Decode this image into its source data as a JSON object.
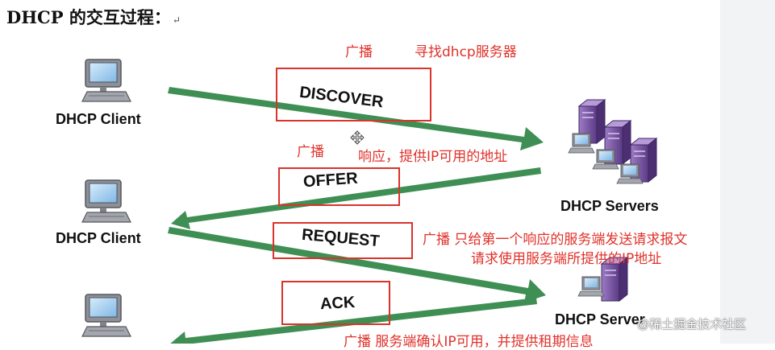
{
  "title": "DHCP 的交互过程：",
  "title_mark": "↵",
  "client_label": "DHCP Client",
  "servers_label": "DHCP Servers",
  "server_label": "DHCP Server",
  "messages": {
    "discover": "DISCOVER",
    "offer": "OFFER",
    "request": "REQUEST",
    "ack": "ACK"
  },
  "notes": {
    "discover_broadcast": "广播",
    "discover_desc": "寻找dhcp服务器",
    "offer_broadcast": "广播",
    "offer_desc": "响应，提供IP可用的地址",
    "request_line1": "广播  只给第一个响应的服务端发送请求报文",
    "request_line2": "请求使用服务端所提供的IP地址",
    "ack_line": "广播  服务端确认IP可用，并提供租期信息"
  },
  "watermark": "@稀土掘金技术社区",
  "colors": {
    "arrow": "#3f8f55",
    "annotation": "#e0312a",
    "box_border": "#d9332b",
    "server_purple": "#7a4fa3"
  },
  "icons": [
    "computer-icon",
    "server-icon",
    "move-cursor-icon"
  ]
}
